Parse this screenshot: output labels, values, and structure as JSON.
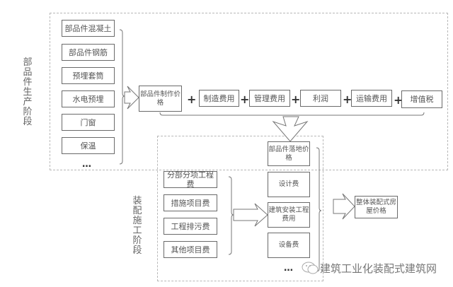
{
  "production_stage": {
    "label": "部品件生产阶段",
    "materials": [
      "部品件混凝土",
      "部品件钢筋",
      "预埋套筒",
      "水电预埋",
      "门窗",
      "保温"
    ],
    "more": "…",
    "formula": {
      "base": "部品件制作价格",
      "terms": [
        "制造费用",
        "管理费用",
        "利润",
        "运输费用",
        "增值税"
      ],
      "operator": "+"
    }
  },
  "assembly_stage": {
    "label": "装配施工阶段",
    "fees": [
      "分部分项工程费",
      "措施项目费",
      "工程排污费",
      "其他项目费"
    ],
    "components": {
      "landed_price": "部品件落地价格",
      "design_fee": "设计费",
      "construction_fee": "建筑安装工程费用",
      "equipment_fee": "设备费",
      "more": "…"
    },
    "result": "整体装配式房屋价格"
  },
  "watermark": {
    "icon": "wechat-icon",
    "text": "建筑工业化装配式建筑网"
  }
}
